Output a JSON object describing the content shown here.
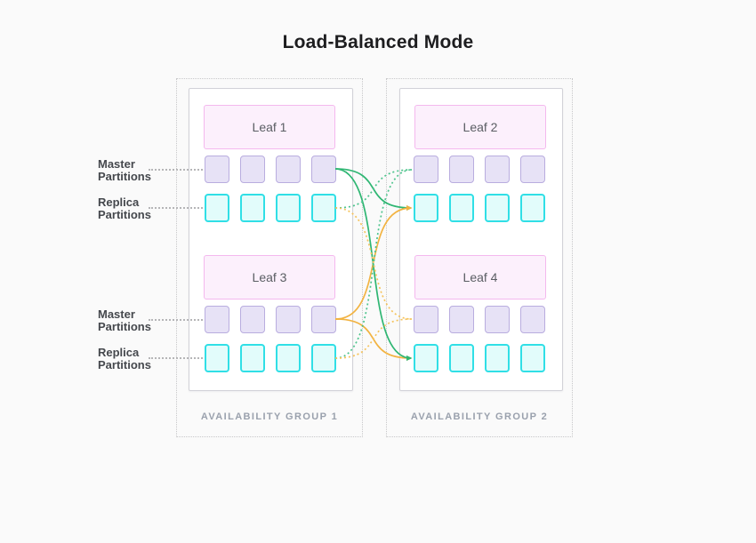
{
  "title": "Load-Balanced Mode",
  "groups": [
    {
      "caption": "AVAILABILITY GROUP 1",
      "leaves": [
        "Leaf 1",
        "Leaf 3"
      ]
    },
    {
      "caption": "AVAILABILITY GROUP 2",
      "leaves": [
        "Leaf 2",
        "Leaf 4"
      ]
    }
  ],
  "partition_labels": {
    "master": [
      "Master",
      "Partitions"
    ],
    "replica": [
      "Replica",
      "Partitions"
    ]
  },
  "partitions_per_row": 4,
  "colors": {
    "master_fill": "#e7e2f6",
    "master_border": "#b9addf",
    "replica_fill": "#e2fcfb",
    "replica_border": "#30dfe6",
    "leaf_fill": "#fcf0fc",
    "leaf_border": "#f4b8ee",
    "green": "#2fb673",
    "green_dotted": "#4ec48d",
    "orange": "#f2b341",
    "orange_dotted": "#f5c35c"
  },
  "connections": [
    {
      "from": "leaf1-master",
      "to": "leaf2-replica",
      "color": "green",
      "style": "solid",
      "arrow": true
    },
    {
      "from": "leaf3-master",
      "to": "leaf4-replica",
      "color": "orange",
      "style": "solid",
      "arrow": true
    },
    {
      "from": "leaf3-master",
      "to": "leaf2-replica",
      "color": "orange",
      "style": "solid",
      "arrow": true
    },
    {
      "from": "leaf1-master",
      "to": "leaf4-replica",
      "color": "green",
      "style": "solid",
      "arrow": true
    },
    {
      "from": "leaf1-replica",
      "to": "leaf2-master",
      "color": "green",
      "style": "dotted",
      "arrow": false
    },
    {
      "from": "leaf3-replica",
      "to": "leaf2-master",
      "color": "green",
      "style": "dotted",
      "arrow": false
    },
    {
      "from": "leaf1-replica",
      "to": "leaf4-master",
      "color": "orange",
      "style": "dotted",
      "arrow": false
    },
    {
      "from": "leaf3-replica",
      "to": "leaf4-master",
      "color": "orange",
      "style": "dotted",
      "arrow": false
    }
  ]
}
